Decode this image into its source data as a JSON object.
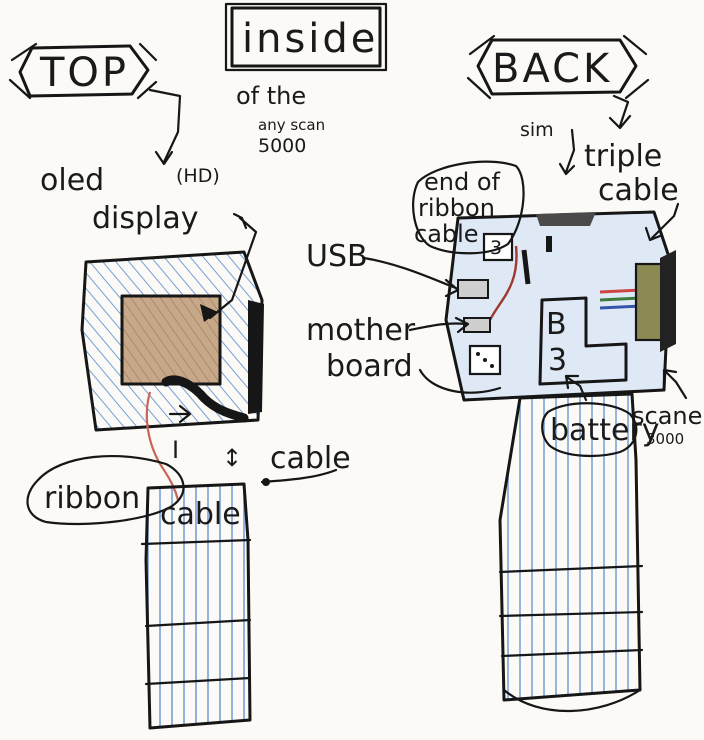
{
  "titles": {
    "top": "TOP",
    "inside": "inside",
    "inside_sub_1": "of the",
    "inside_sub_2": "any scan",
    "inside_sub_3": "5000",
    "back": "BACK"
  },
  "top_view": {
    "oled": "oled",
    "hd": "(HD)",
    "display": "display",
    "ribbon": "ribbon",
    "ribbon_cable": "cable",
    "cable": "cable",
    "marker_i": "I",
    "marker_arrow": "↕"
  },
  "back_view": {
    "sim": "sim",
    "triple": "triple",
    "triple_cable": "cable",
    "end_of": "end of",
    "ribbon": "ribbon",
    "ribbon_cable": "cable",
    "usb": "USB",
    "mother": "mother",
    "board": "board",
    "battery": "battery",
    "battery_b": "B",
    "battery_3": "3",
    "chip_label": "3",
    "scanner": "scaner",
    "scanner_num": "3000"
  },
  "colors": {
    "ink": "#161616",
    "blue_hatch": "#5d8fd0",
    "screen_brown": "#b89878",
    "ribbon_red": "#c9645a",
    "paper": "#fbfaf6"
  }
}
